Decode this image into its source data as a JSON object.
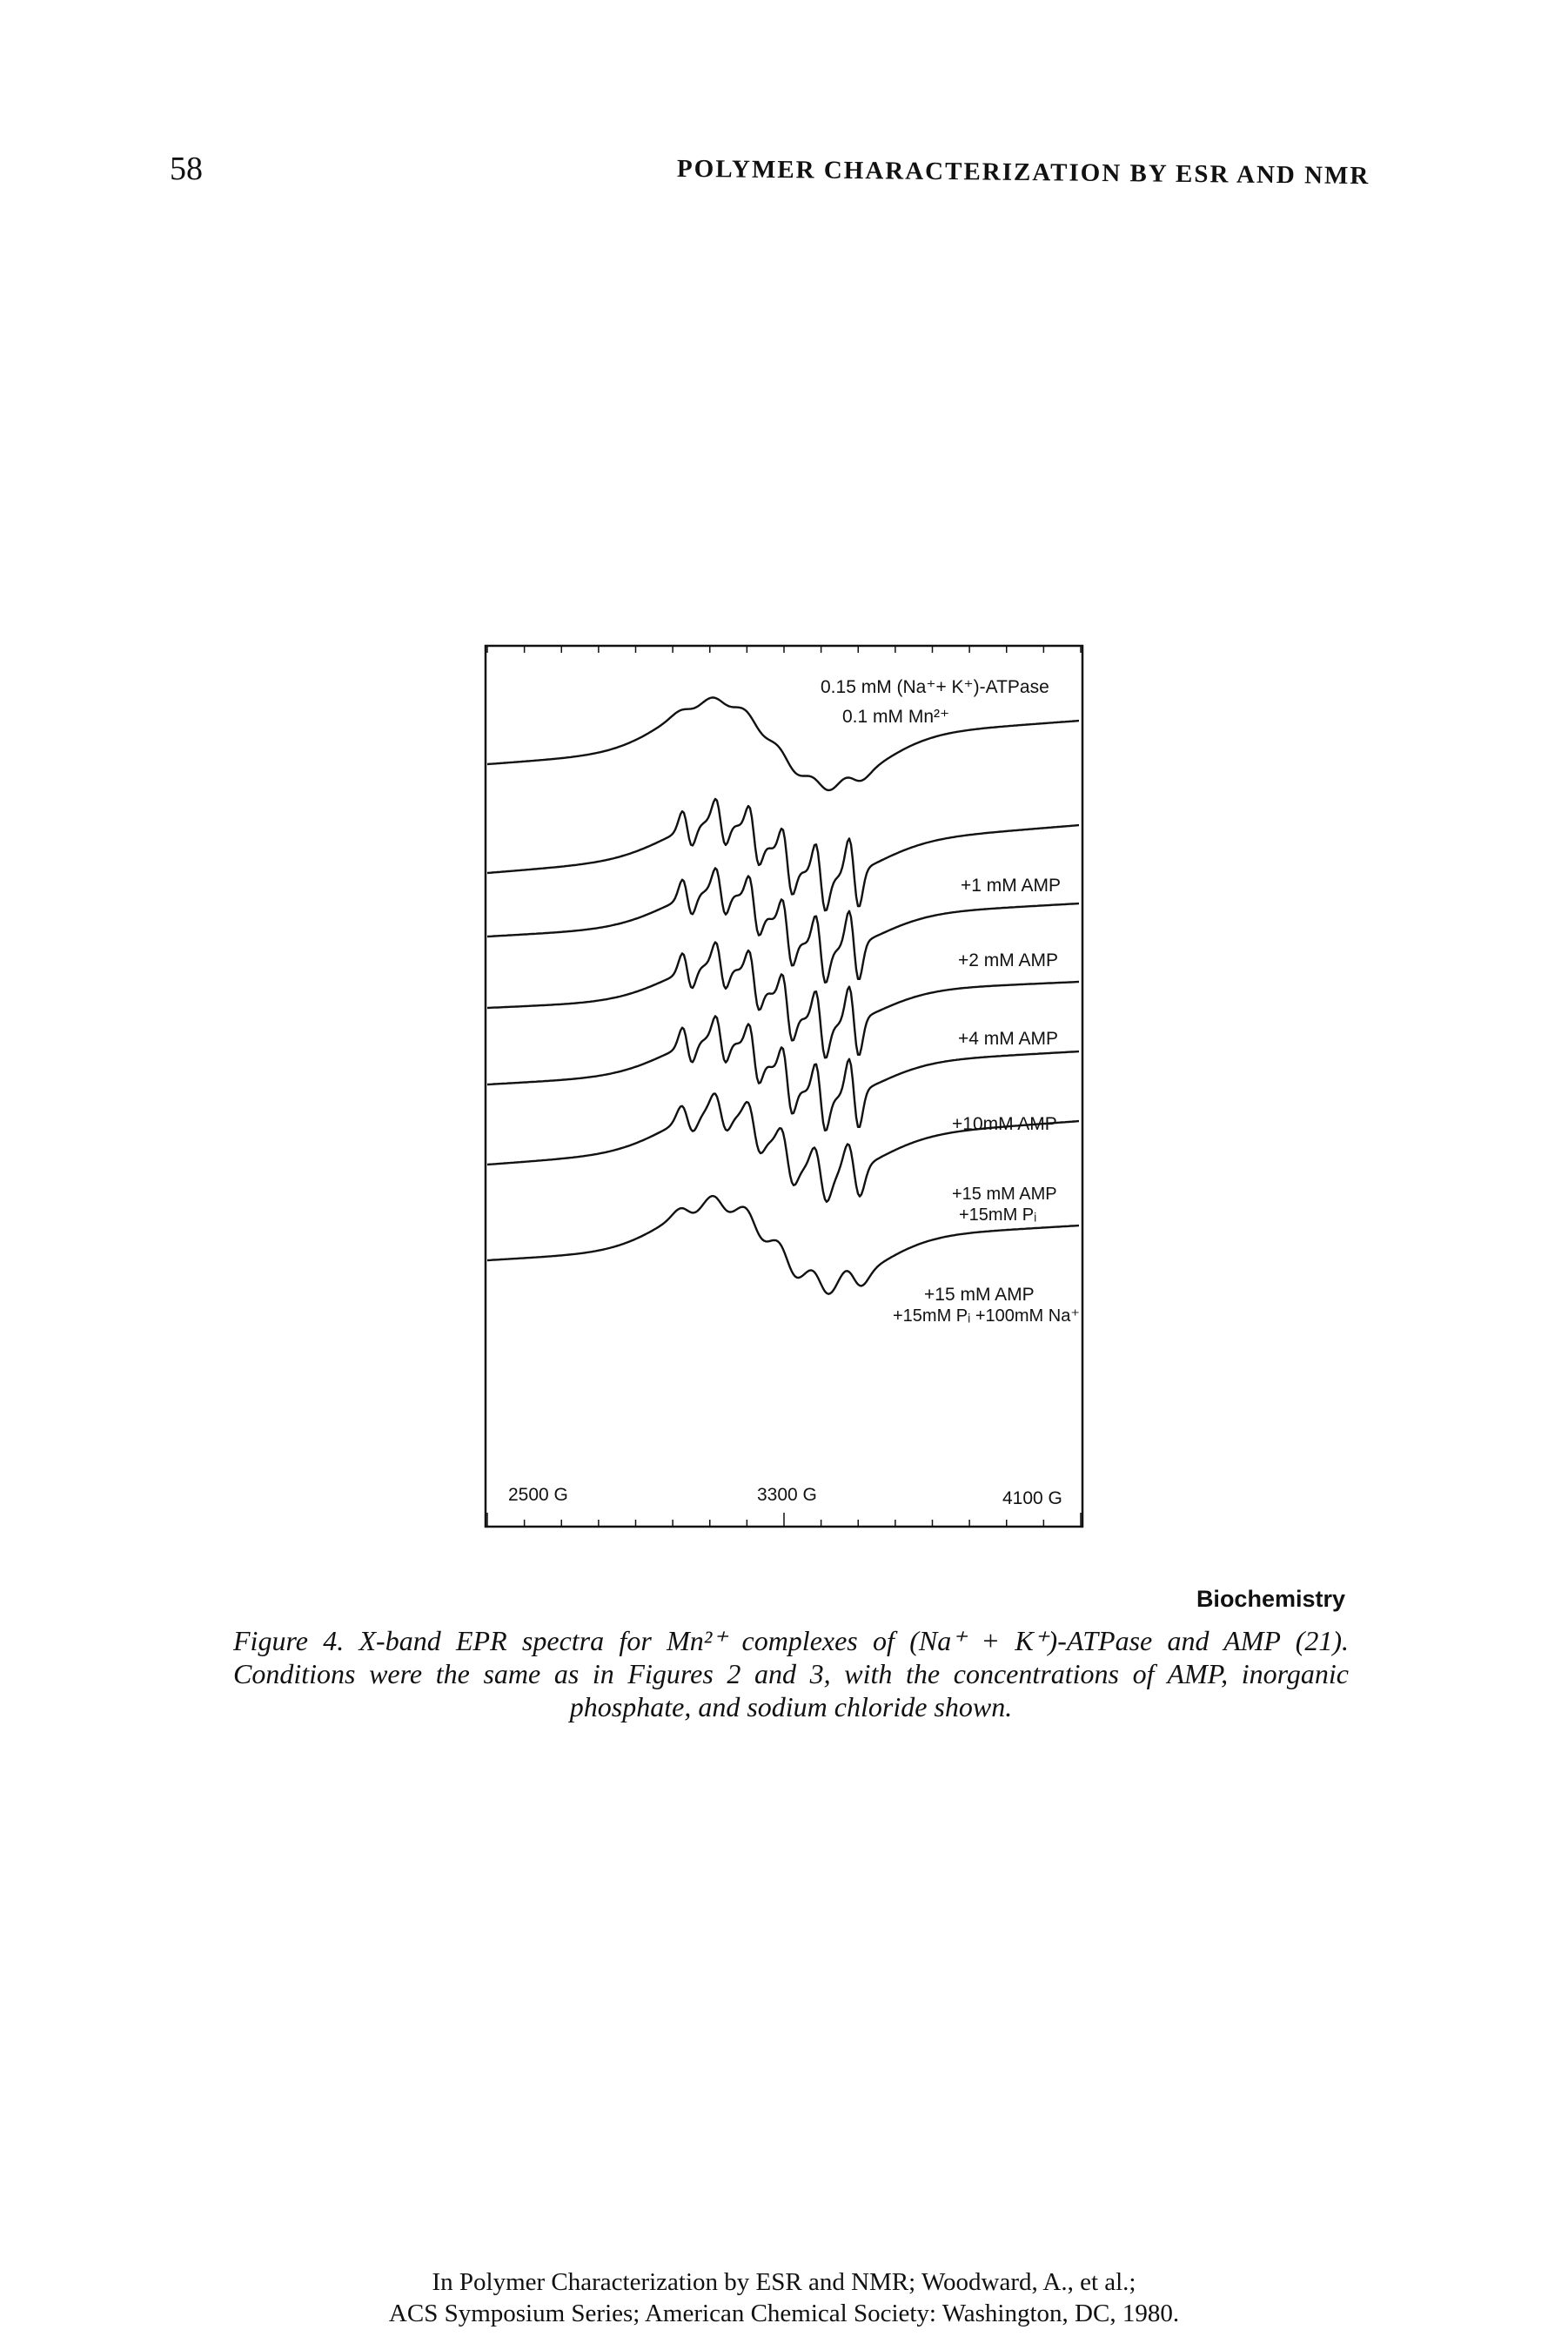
{
  "header": {
    "page_number": "58",
    "running_head": "POLYMER CHARACTERIZATION BY ESR AND NMR"
  },
  "figure": {
    "series_labels": [
      {
        "line1": "0.15 mM (Na⁺+ K⁺)-ATPase",
        "line2": "0.1 mM Mn²⁺"
      },
      {
        "line1": "+1 mM AMP"
      },
      {
        "line1": "+2 mM AMP"
      },
      {
        "line1": "+4 mM AMP"
      },
      {
        "line1": "+10mM AMP"
      },
      {
        "line1": "+15 mM AMP",
        "line2": "+15mM Pᵢ"
      },
      {
        "line1": "+15 mM AMP",
        "line2": "+15mM Pᵢ +100mM Na⁺"
      }
    ],
    "axis_labels": [
      "2500 G",
      "3300 G",
      "4100 G"
    ]
  },
  "chart_data": {
    "type": "line",
    "title": "",
    "xlabel": "",
    "ylabel": "",
    "x_ticks": [
      "2500 G",
      "3300 G",
      "4100 G"
    ],
    "xlim": [
      2500,
      4100
    ],
    "series": [
      {
        "name": "0.15 mM (Na⁺+ K⁺)-ATPase 0.1 mM Mn²⁺",
        "sharpness": 0.15
      },
      {
        "name": "+1 mM AMP",
        "sharpness": 0.95
      },
      {
        "name": "+2 mM AMP",
        "sharpness": 0.95
      },
      {
        "name": "+4 mM AMP",
        "sharpness": 0.95
      },
      {
        "name": "+10mM AMP",
        "sharpness": 0.95
      },
      {
        "name": "+15 mM AMP +15mM Pᵢ",
        "sharpness": 0.75
      },
      {
        "name": "+15 mM AMP +15mM Pᵢ +100mM Na⁺",
        "sharpness": 0.3
      }
    ]
  },
  "source_label": "Biochemistry",
  "caption": {
    "label": "Figure 4.",
    "text": "X-band EPR spectra for Mn²⁺ complexes of (Na⁺ + K⁺)-ATPase and AMP (21). Conditions were the same as in Figures 2 and 3, with the concentrations of AMP, inorganic phosphate, and sodium chloride shown."
  },
  "footer": {
    "line1": "In Polymer Characterization by ESR and NMR; Woodward, A., et al.;",
    "line2": "ACS Symposium Series; American Chemical Society: Washington, DC, 1980."
  }
}
